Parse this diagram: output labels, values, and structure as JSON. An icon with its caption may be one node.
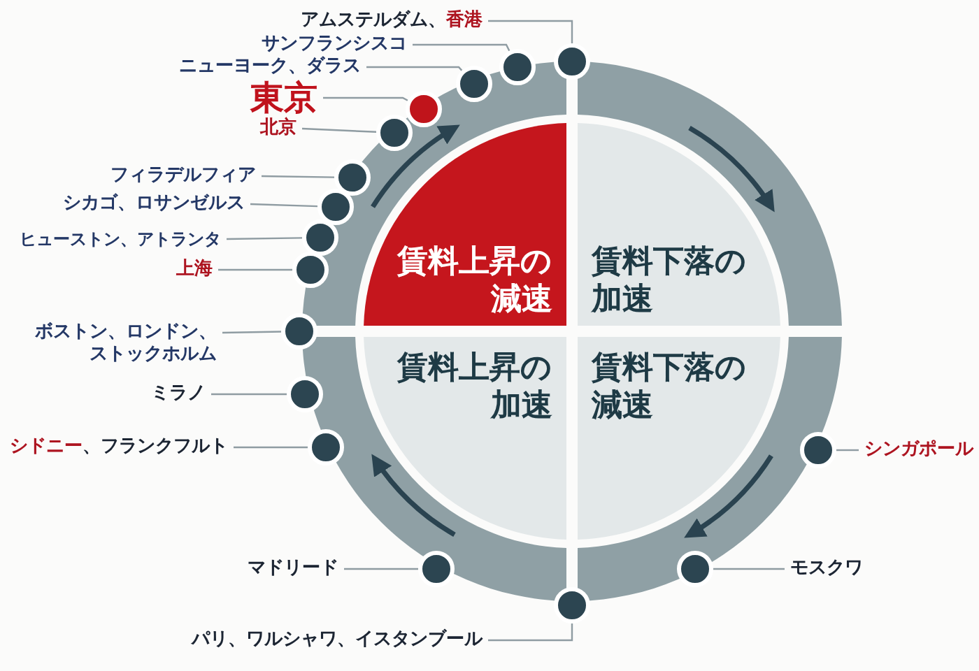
{
  "diagram": {
    "nodes": [
      {
        "text": [
          "賃料上昇の減速"
        ]
      },
      {
        "text": [
          "賃料下落の加速"
        ]
      },
      {
        "text": [
          "賃料上昇の加速"
        ]
      },
      {
        "text": [
          "賃料下落の減速"
        ]
      },
      {
        "text": [
          "アムステルダム、",
          "香港"
        ]
      },
      {
        "text": [
          "サンフランシスコ"
        ]
      },
      {
        "text": [
          "ニューヨーク、ダラス"
        ]
      },
      {
        "text": [
          "東京"
        ]
      },
      {
        "text": [
          "北京"
        ]
      },
      {
        "text": [
          "フィラデルフィア"
        ]
      },
      {
        "text": [
          "シカゴ、ロサンゼルス"
        ]
      },
      {
        "text": [
          "ヒューストン、アトランタ"
        ]
      },
      {
        "text": [
          "上海"
        ]
      },
      {
        "text": [
          "ボストン、ロンドン、ストックホルム"
        ]
      },
      {
        "text": [
          "ミラノ"
        ]
      },
      {
        "text": [
          "シドニー",
          "、フランクフルト"
        ]
      },
      {
        "text": [
          "シンガポール"
        ]
      },
      {
        "text": [
          "マドリード"
        ]
      },
      {
        "text": [
          "モスクワ"
        ]
      },
      {
        "text": [
          "パリ、ワルシャワ、イスタンブール"
        ]
      },
      {
        "text": [],
        "shape": "circle"
      },
      {
        "text": [],
        "shape": "circle"
      },
      {
        "text": [],
        "shape": "circle"
      },
      {
        "text": [],
        "shape": "circle"
      },
      {
        "text": [],
        "shape": "circle"
      },
      {
        "text": [],
        "shape": "circle"
      },
      {
        "text": [],
        "shape": "circle"
      },
      {
        "text": [],
        "shape": "circle"
      },
      {
        "text": [],
        "shape": "circle"
      },
      {
        "text": [],
        "shape": "circle"
      },
      {
        "text": [],
        "shape": "circle"
      },
      {
        "text": [],
        "shape": "circle"
      },
      {
        "text": [],
        "shape": "circle"
      },
      {
        "text": [],
        "shape": "circle"
      },
      {
        "text": [],
        "shape": "circle"
      },
      {
        "text": [],
        "shape": "circle"
      }
    ],
    "edges": [
      {
        "from": 4,
        "to": 20,
        "arrow": "none"
      },
      {
        "from": 5,
        "to": 21,
        "arrow": "none"
      },
      {
        "from": 6,
        "to": 22,
        "arrow": "none"
      },
      {
        "from": 7,
        "to": 23,
        "arrow": "none"
      },
      {
        "from": 8,
        "to": 24,
        "arrow": "none"
      },
      {
        "from": 9,
        "to": 25,
        "arrow": "none"
      },
      {
        "from": 10,
        "to": 26,
        "arrow": "none"
      },
      {
        "from": 11,
        "to": 27,
        "arrow": "none"
      },
      {
        "from": 12,
        "to": 28,
        "arrow": "none"
      },
      {
        "from": 13,
        "to": 29,
        "arrow": "none"
      },
      {
        "from": 14,
        "to": 30,
        "arrow": "none"
      },
      {
        "from": 15,
        "to": 31,
        "arrow": "none"
      },
      {
        "from": 16,
        "to": 32,
        "arrow": "none"
      },
      {
        "from": 17,
        "to": 33,
        "arrow": "none"
      },
      {
        "from": 18,
        "to": 34,
        "arrow": "none"
      },
      {
        "from": 19,
        "to": 35,
        "arrow": "none"
      }
    ]
  }
}
